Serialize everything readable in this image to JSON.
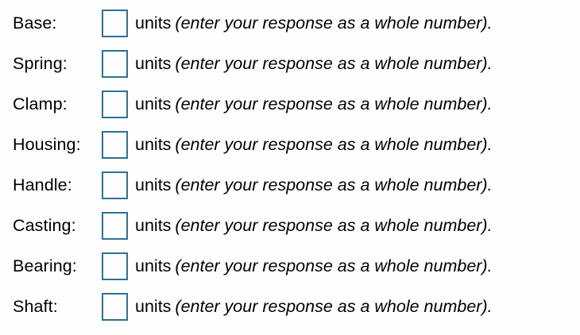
{
  "form": {
    "units_label": "units",
    "hint": "(enter your response as a whole number).",
    "input_placeholder": "",
    "accent_color": "#2e7196",
    "text_color": "#000000",
    "background_color": "#fefefe",
    "rows": [
      {
        "label": "Base:",
        "value": ""
      },
      {
        "label": "Spring:",
        "value": ""
      },
      {
        "label": "Clamp:",
        "value": ""
      },
      {
        "label": "Housing:",
        "value": ""
      },
      {
        "label": "Handle:",
        "value": ""
      },
      {
        "label": "Casting:",
        "value": ""
      },
      {
        "label": "Bearing:",
        "value": ""
      },
      {
        "label": "Shaft:",
        "value": ""
      }
    ]
  }
}
